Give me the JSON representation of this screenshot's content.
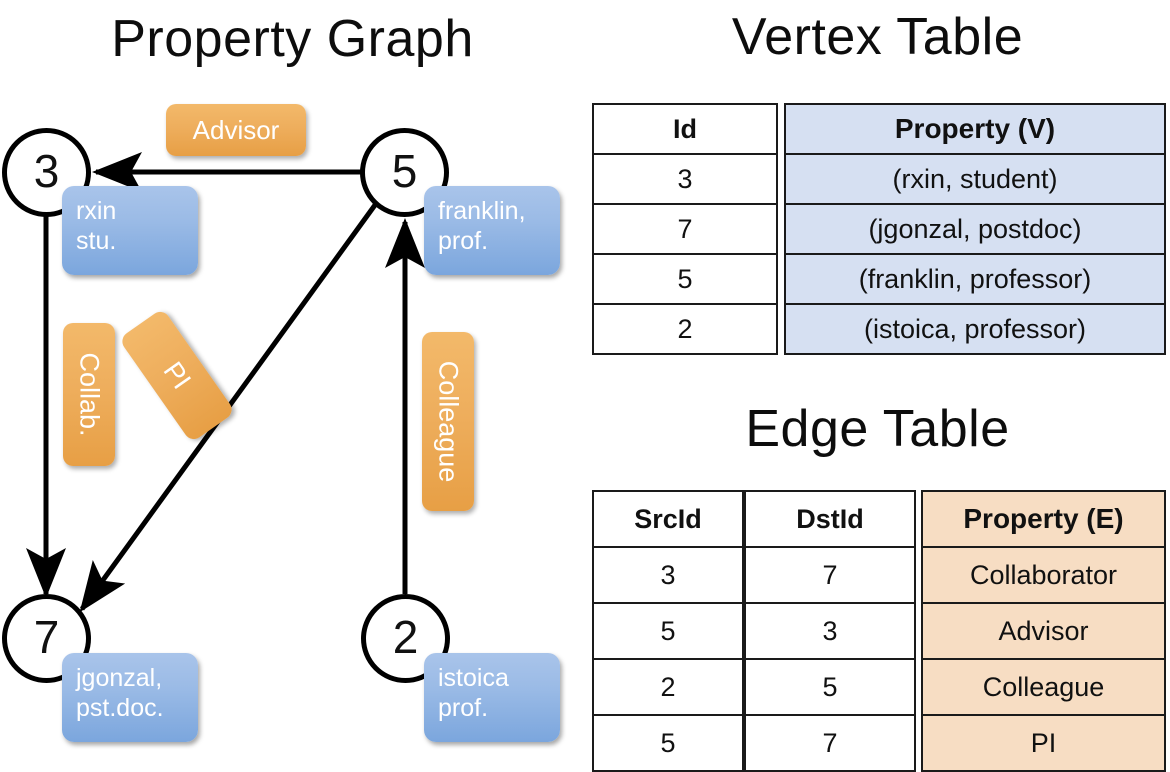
{
  "sections": {
    "graph_title": "Property Graph",
    "vertex_table_title": "Vertex Table",
    "edge_table_title": "Edge Table"
  },
  "colors": {
    "vertex_property_fill": "#d6e0f2",
    "edge_property_fill": "#f7ddc3",
    "node_property_box": "#9bbbe6",
    "edge_label_box": "#eeae5d",
    "stroke": "#000000",
    "background": "#ffffff"
  },
  "graph": {
    "nodes": [
      {
        "id": "3",
        "property_lines": [
          "rxin",
          "stu."
        ]
      },
      {
        "id": "5",
        "property_lines": [
          "franklin,",
          "prof."
        ]
      },
      {
        "id": "7",
        "property_lines": [
          "jgonzal,",
          "pst.doc."
        ]
      },
      {
        "id": "2",
        "property_lines": [
          "istoica",
          "prof."
        ]
      }
    ],
    "edge_labels": [
      {
        "name": "advisor",
        "text": "Advisor",
        "orientation": "horizontal"
      },
      {
        "name": "collaborator",
        "text": "Collab.",
        "orientation": "vertical-down"
      },
      {
        "name": "pi",
        "text": "PI",
        "orientation": "diagonal"
      },
      {
        "name": "colleague",
        "text": "Colleague",
        "orientation": "vertical-down"
      }
    ],
    "edges": [
      {
        "src": "5",
        "dst": "3",
        "label": "Advisor"
      },
      {
        "src": "3",
        "dst": "7",
        "label": "Collab."
      },
      {
        "src": "5",
        "dst": "7",
        "label": "PI"
      },
      {
        "src": "2",
        "dst": "5",
        "label": "Colleague"
      }
    ]
  },
  "vertex_table": {
    "headers": [
      "Id",
      "Property (V)"
    ],
    "rows": [
      {
        "id": "3",
        "property": "(rxin, student)"
      },
      {
        "id": "7",
        "property": "(jgonzal, postdoc)"
      },
      {
        "id": "5",
        "property": "(franklin, professor)"
      },
      {
        "id": "2",
        "property": "(istoica, professor)"
      }
    ]
  },
  "edge_table": {
    "headers": [
      "SrcId",
      "DstId",
      "Property (E)"
    ],
    "rows": [
      {
        "src": "3",
        "dst": "7",
        "property": "Collaborator"
      },
      {
        "src": "5",
        "dst": "3",
        "property": "Advisor"
      },
      {
        "src": "2",
        "dst": "5",
        "property": "Colleague"
      },
      {
        "src": "5",
        "dst": "7",
        "property": "PI"
      }
    ]
  }
}
